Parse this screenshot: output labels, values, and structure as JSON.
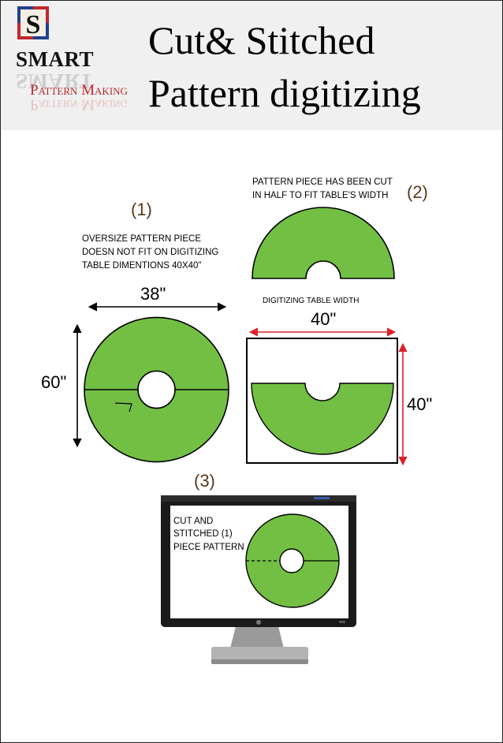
{
  "colors": {
    "fabric_green": "#72bf44",
    "dimension_red": "#d9232b",
    "step_number_brown": "#5a3a1a",
    "header_bg": "#f0f0f0"
  },
  "header": {
    "logo": {
      "monogram": "S",
      "brand": "SMART",
      "subbrand": "Pattern Making"
    },
    "title_line1": "Cut& Stitched",
    "title_line2": "Pattern digitizing"
  },
  "step1": {
    "number": "(1)",
    "note_lines": [
      "OVERSIZE PATTERN PIECE",
      "DOESN NOT FIT ON  DIGITIZING",
      "TABLE DIMENTIONS 40X40\""
    ],
    "width_label": "38\"",
    "height_label": "60\""
  },
  "step2": {
    "number": "(2)",
    "note_lines": [
      "PATTERN PIECE HAS BEEN CUT",
      "IN HALF TO FIT TABLE'S  WIDTH"
    ],
    "table_caption": "DIGITIZING TABLE WIDTH",
    "width_label": "40\"",
    "height_label": "40\""
  },
  "step3": {
    "number": "(3)",
    "note_lines": [
      "CUT AND",
      "STITCHED (1)",
      "PIECE PATTERN"
    ]
  }
}
